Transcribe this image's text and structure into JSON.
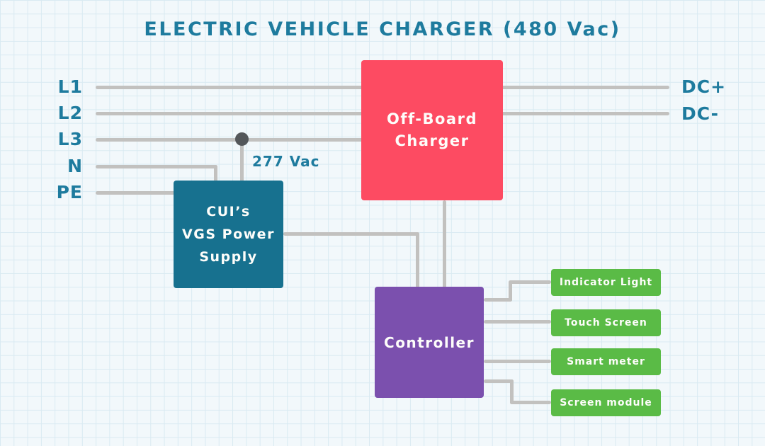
{
  "title": "ELECTRIC VEHICLE CHARGER (480 Vac)",
  "colors": {
    "bg": "#f2f8fb",
    "grid": "#d9eaf2",
    "teal-text": "#1e7b9e",
    "wire": "#c2c1bf",
    "junction-dot": "#54575a",
    "charger-red": "#fd4b62",
    "psu-teal": "#17718f",
    "controller-purple": "#7b50ae",
    "peripheral-green": "#5abb46"
  },
  "ac_inputs": [
    {
      "label": "L1"
    },
    {
      "label": "L2"
    },
    {
      "label": "L3"
    },
    {
      "label": "N"
    },
    {
      "label": "PE"
    }
  ],
  "dc_outputs": [
    {
      "label": "DC+"
    },
    {
      "label": "DC-"
    }
  ],
  "annotation": {
    "voltage_tap": "277 Vac"
  },
  "blocks": {
    "charger": {
      "lines": [
        "Off-Board",
        "Charger"
      ]
    },
    "psu": {
      "lines": [
        "CUI’s",
        "VGS Power",
        "Supply"
      ]
    },
    "controller": {
      "label": "Controller"
    }
  },
  "peripherals": [
    {
      "label": "Indicator Light"
    },
    {
      "label": "Touch Screen"
    },
    {
      "label": "Smart meter"
    },
    {
      "label": "Screen module"
    }
  ]
}
